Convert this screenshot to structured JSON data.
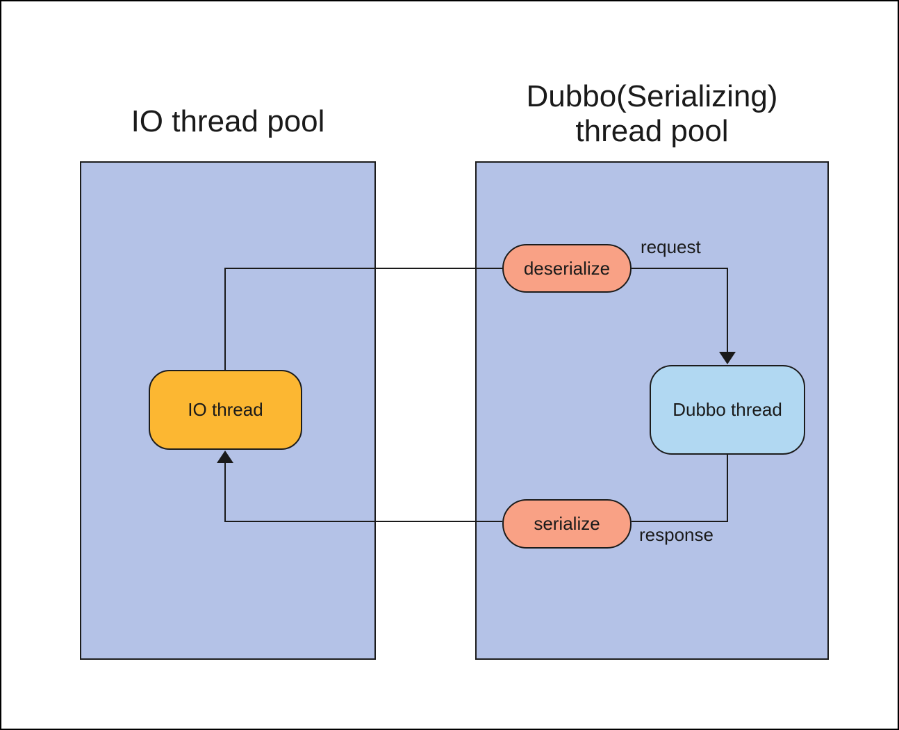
{
  "diagram": {
    "pools": [
      {
        "id": "io-thread-pool",
        "title_lines": [
          "IO thread pool"
        ],
        "fill": "#b4c2e7",
        "border_color": "#1c1c1c"
      },
      {
        "id": "dubbo-thread-pool",
        "title_lines": [
          "Dubbo(Serializing)",
          "thread pool"
        ],
        "fill": "#b4c2e7",
        "border_color": "#1c1c1c"
      }
    ],
    "nodes": [
      {
        "id": "io-thread",
        "label": "IO thread",
        "fill": "#fcb732",
        "pool": "io-thread-pool"
      },
      {
        "id": "deserialize",
        "label": "deserialize",
        "fill": "#f9a185",
        "pool": "dubbo-thread-pool"
      },
      {
        "id": "dubbo-thread",
        "label": "Dubbo thread",
        "fill": "#b1d8f2",
        "pool": "dubbo-thread-pool"
      },
      {
        "id": "serialize",
        "label": "serialize",
        "fill": "#f9a185",
        "pool": "dubbo-thread-pool"
      }
    ],
    "edges": [
      {
        "id": "request-edge",
        "label": "request",
        "from": "io-thread",
        "to": "dubbo-thread",
        "via": "deserialize"
      },
      {
        "id": "response-edge",
        "label": "response",
        "from": "dubbo-thread",
        "to": "io-thread",
        "via": "serialize"
      }
    ],
    "colors": {
      "pool_fill": "#b4c2e7",
      "io_thread_fill": "#fcb732",
      "pill_fill": "#f9a185",
      "dubbo_thread_fill": "#b1d8f2",
      "line_color": "#1a1a1a",
      "text_color": "#1a1a1a",
      "background": "#ffffff"
    }
  }
}
